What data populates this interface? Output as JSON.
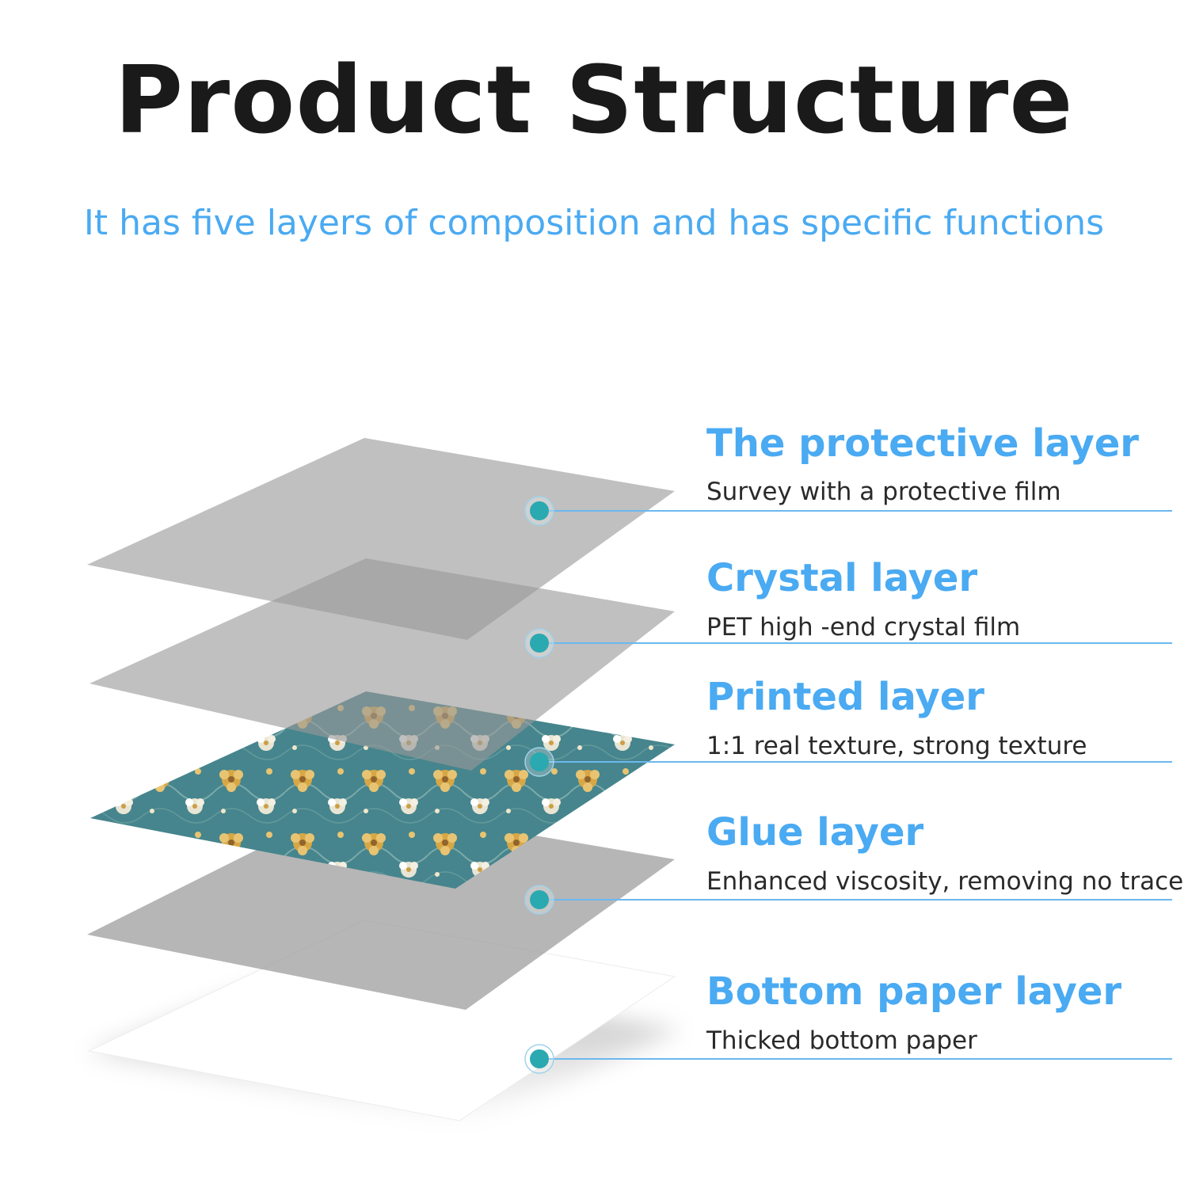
{
  "title": "Product Structure",
  "subtitle": "It has five layers of composition and has specific functions",
  "colors": {
    "accent_blue": "#4aaaf2",
    "marker_teal": "#2aa9b0",
    "leader_line": "#6cb8ee",
    "film_gray": "#9e9e9e",
    "print_teal": "#3b7e86",
    "print_gold": "#d6a23a"
  },
  "layers": [
    {
      "name": "The protective layer",
      "description": "Survey with a protective film"
    },
    {
      "name": "Crystal layer",
      "description": "PET high -end crystal film"
    },
    {
      "name": "Printed layer",
      "description": "1:1 real texture, strong texture"
    },
    {
      "name": "Glue layer",
      "description": "Enhanced viscosity, removing no trace"
    },
    {
      "name": "Bottom paper layer",
      "description": "Thicked bottom paper"
    }
  ]
}
